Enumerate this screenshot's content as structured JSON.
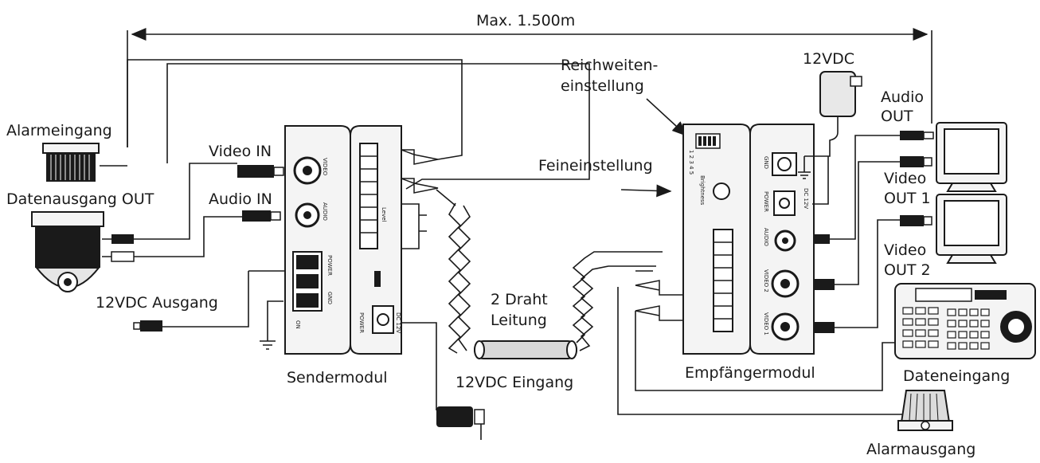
{
  "labels": {
    "max_distance": "Max. 1.500m",
    "alarm_input": "Alarmeingang",
    "data_output": "Datenausgang OUT",
    "video_in": "Video IN",
    "audio_in": "Audio IN",
    "vdc_output": "12VDC Ausgang",
    "sender_module": "Sendermodul",
    "vdc_input": "12VDC Eingang",
    "two_wire_line_1": "2 Draht",
    "two_wire_line_2": "Leitung",
    "range_setting_1": "Reichweiten-",
    "range_setting_2": "einstellung",
    "fine_setting": "Feineinstellung",
    "vdc_top": "12VDC",
    "receiver_module": "Empfängermodul",
    "audio_out_1": "Audio",
    "audio_out_2": "OUT",
    "video_out1_1": "Video",
    "video_out1_2": "OUT 1",
    "video_out2_1": "Video",
    "video_out2_2": "OUT 2",
    "data_input": "Dateneingang",
    "alarm_output": "Alarmausgang"
  },
  "device_print": {
    "video": "VIDEO",
    "audio": "AUDIO",
    "power": "POWER",
    "gnd": "GND",
    "dc": "DC 12V",
    "on": "ON",
    "level": "Level",
    "brightness": "Brightness",
    "video1": "VIDEO 1",
    "video2": "VIDEO 2",
    "dip": "1 2 3 4 5"
  }
}
